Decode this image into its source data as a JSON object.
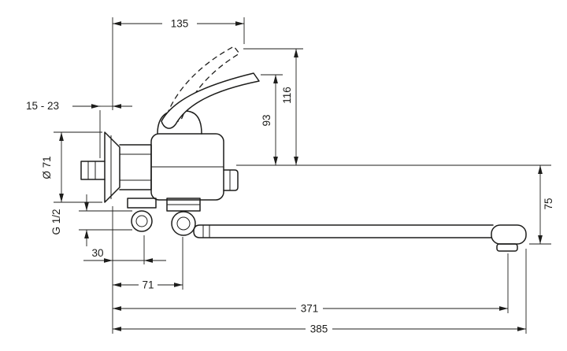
{
  "page": {
    "background_color": "#ffffff",
    "line_color": "#1d1d1b"
  },
  "drawing": {
    "type": "technical-dimension-drawing",
    "subject": "wall-mounted single-lever bath mixer with long swivel spout",
    "units": "mm",
    "dimensions": {
      "handle_reach": "135",
      "wall_adjustment": "15 - 23",
      "escutcheon_diameter": "Ø 71",
      "connection_thread": "G 1/2",
      "handle_height": "93",
      "handle_height_raised": "116",
      "spout_drop": "75",
      "shower_outlet_offset": "30",
      "spout_axis_offset": "71",
      "spout_reach_aerator": "371",
      "spout_reach_total": "385"
    }
  }
}
